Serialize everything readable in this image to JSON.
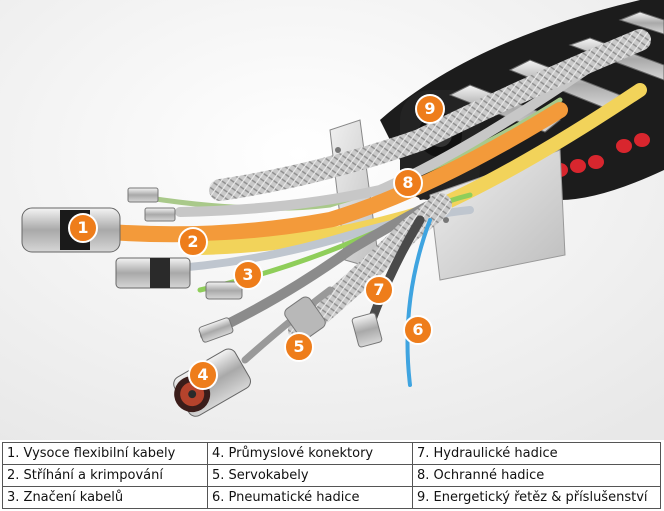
{
  "badges": [
    "1",
    "2",
    "3",
    "4",
    "5",
    "6",
    "7",
    "8",
    "9"
  ],
  "legend": {
    "rows": [
      [
        "1. Vysoce flexibilní kabely",
        "4. Průmyslové konektory",
        "7. Hydraulické hadice"
      ],
      [
        "2. Stříhání a krimpování",
        "5. Servokabely",
        "8. Ochranné hadice"
      ],
      [
        "3. Značení kabelů",
        "6. Pneumatické hadice",
        "9. Energetický řetěz & příslušenství"
      ]
    ]
  },
  "colors": {
    "badge": "#ee7d1b",
    "chain": "#1c1c1c",
    "orange_cable": "#f39a3a",
    "yellow_cable": "#f2d35a"
  }
}
